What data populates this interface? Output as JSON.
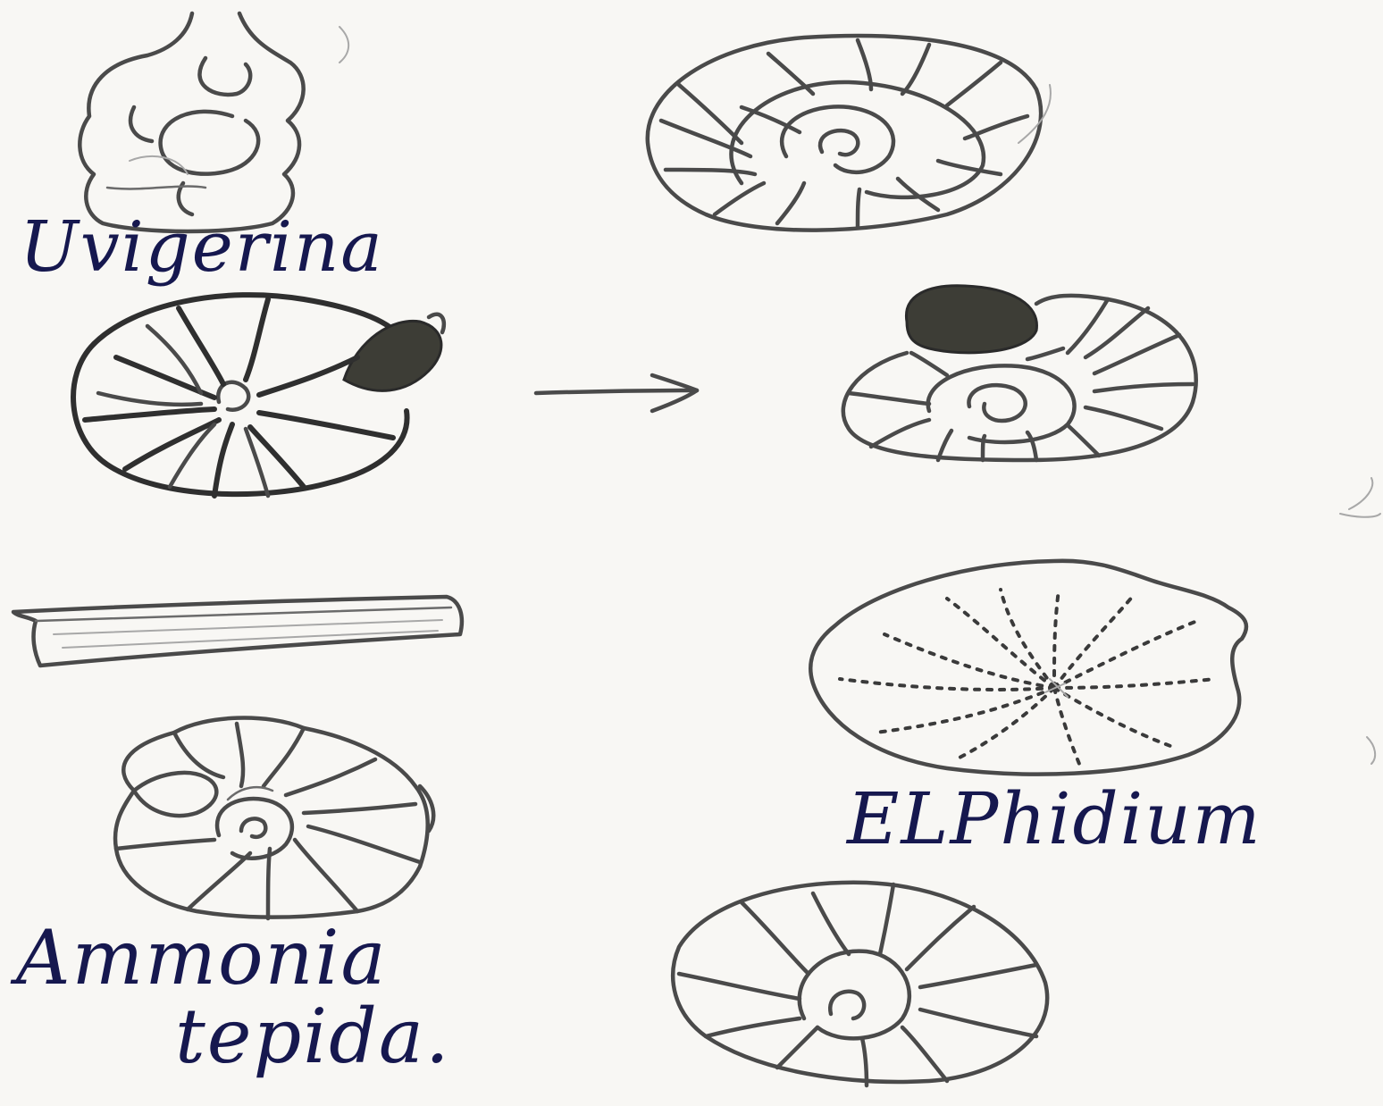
{
  "labels": {
    "uvigerina": "Uvigerina",
    "ammonia_line1": "Ammonia",
    "ammonia_line2": "tepida.",
    "elphidium": "ELPhidium"
  },
  "colors": {
    "paper": "#f8f7f4",
    "pencil": "#4a4a4a",
    "ink": "#16184f"
  }
}
